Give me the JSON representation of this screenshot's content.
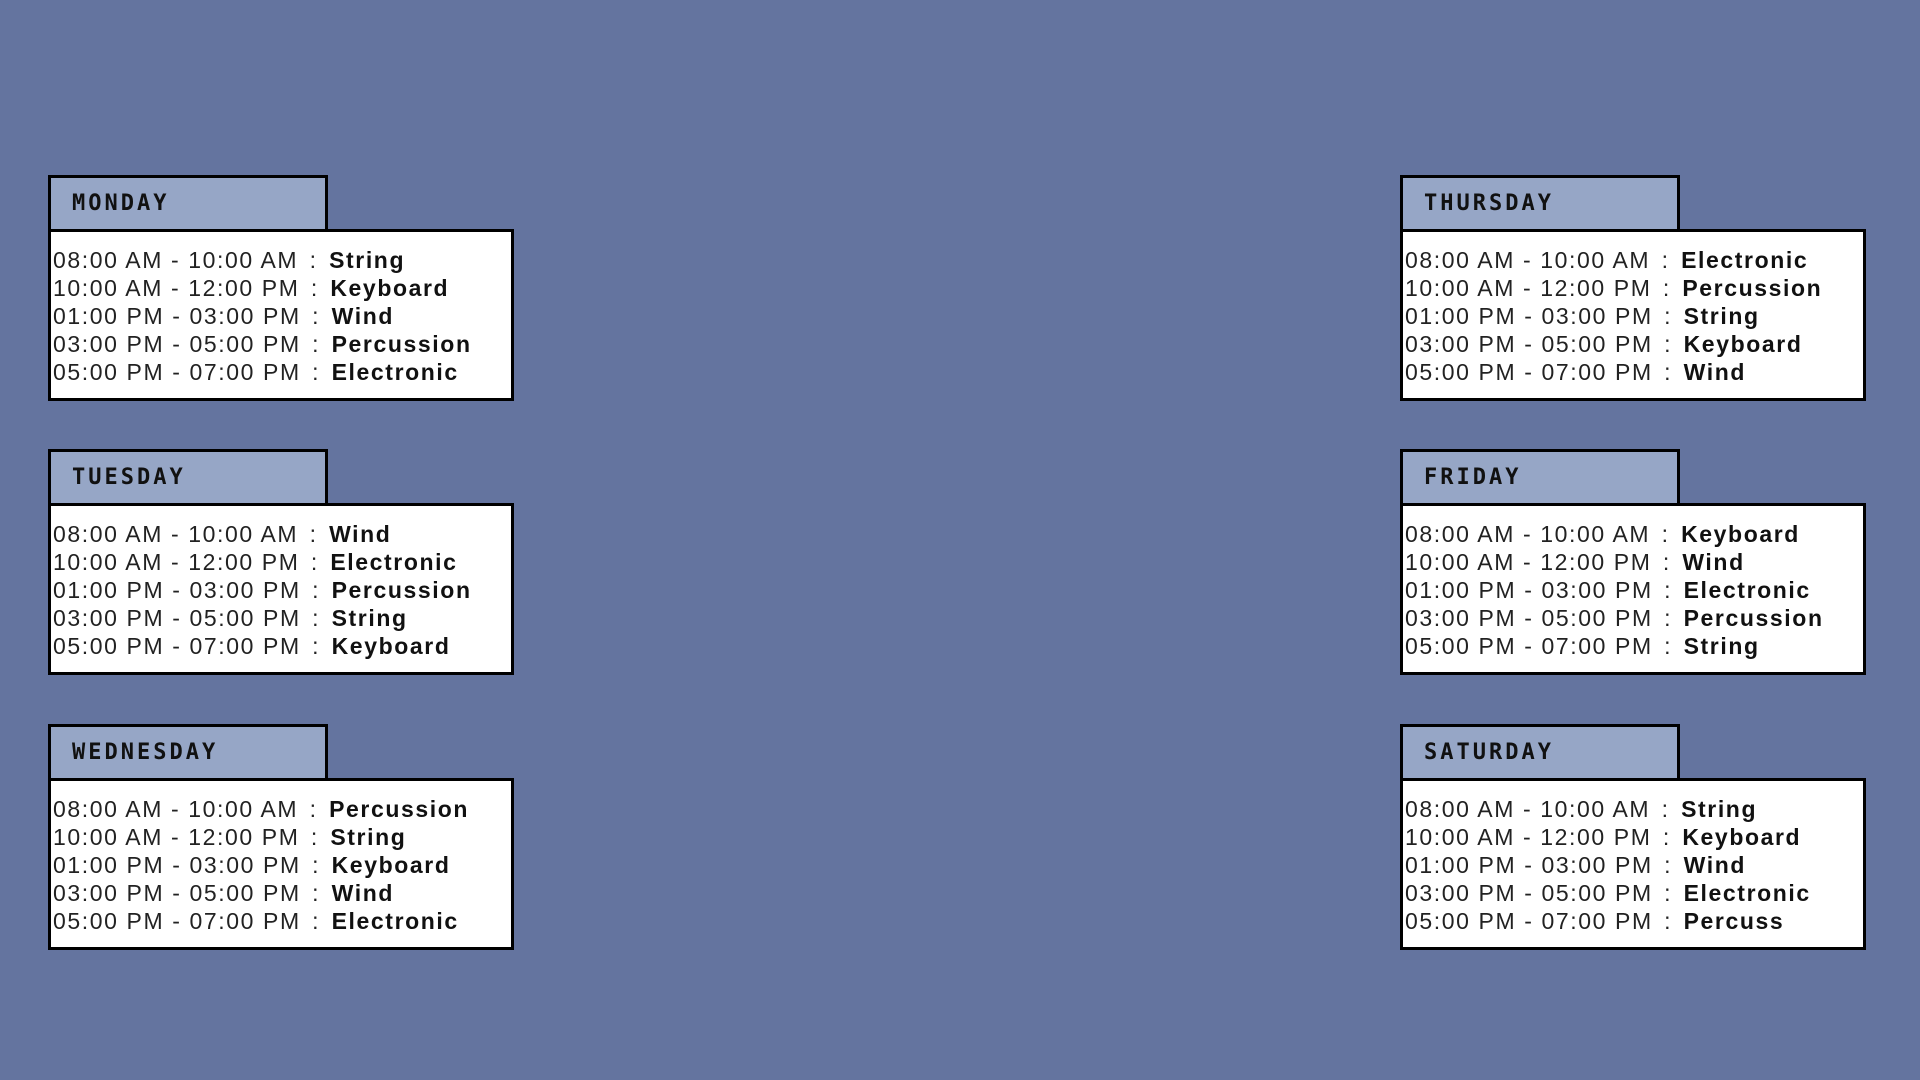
{
  "colors": {
    "background": "#64749f",
    "header_fill": "#96a6c6",
    "card_fill": "#ffffff",
    "border": "#000000"
  },
  "days": [
    {
      "name": "MONDAY",
      "slots": [
        {
          "time": "08:00 AM - 10:00 AM",
          "category": "String"
        },
        {
          "time": "10:00 AM - 12:00 PM",
          "category": "Keyboard"
        },
        {
          "time": "01:00 PM - 03:00 PM",
          "category": "Wind"
        },
        {
          "time": "03:00 PM - 05:00 PM",
          "category": "Percussion"
        },
        {
          "time": "05:00 PM - 07:00 PM",
          "category": "Electronic"
        }
      ]
    },
    {
      "name": "TUESDAY",
      "slots": [
        {
          "time": "08:00 AM - 10:00 AM",
          "category": "Wind"
        },
        {
          "time": "10:00 AM - 12:00 PM",
          "category": "Electronic"
        },
        {
          "time": "01:00 PM - 03:00 PM",
          "category": "Percussion"
        },
        {
          "time": "03:00 PM - 05:00 PM",
          "category": "String"
        },
        {
          "time": "05:00 PM - 07:00 PM",
          "category": "Keyboard"
        }
      ]
    },
    {
      "name": "WEDNESDAY",
      "slots": [
        {
          "time": "08:00 AM - 10:00 AM",
          "category": "Percussion"
        },
        {
          "time": "10:00 AM - 12:00 PM",
          "category": "String"
        },
        {
          "time": "01:00 PM - 03:00 PM",
          "category": "Keyboard"
        },
        {
          "time": "03:00 PM - 05:00 PM",
          "category": "Wind"
        },
        {
          "time": "05:00 PM - 07:00 PM",
          "category": "Electronic"
        }
      ]
    },
    {
      "name": "THURSDAY",
      "slots": [
        {
          "time": "08:00 AM - 10:00 AM",
          "category": "Electronic"
        },
        {
          "time": "10:00 AM - 12:00 PM",
          "category": "Percussion"
        },
        {
          "time": "01:00 PM - 03:00 PM",
          "category": "String"
        },
        {
          "time": "03:00 PM - 05:00 PM",
          "category": "Keyboard"
        },
        {
          "time": "05:00 PM - 07:00 PM",
          "category": "Wind"
        }
      ]
    },
    {
      "name": "FRIDAY",
      "slots": [
        {
          "time": "08:00 AM - 10:00 AM",
          "category": "Keyboard"
        },
        {
          "time": "10:00 AM - 12:00 PM",
          "category": "Wind"
        },
        {
          "time": "01:00 PM - 03:00 PM",
          "category": "Electronic"
        },
        {
          "time": "03:00 PM - 05:00 PM",
          "category": "Percussion"
        },
        {
          "time": "05:00 PM - 07:00 PM",
          "category": "String"
        }
      ]
    },
    {
      "name": "SATURDAY",
      "slots": [
        {
          "time": "08:00 AM - 10:00 AM",
          "category": "String"
        },
        {
          "time": "10:00 AM - 12:00 PM",
          "category": "Keyboard"
        },
        {
          "time": "01:00 PM - 03:00 PM",
          "category": "Wind"
        },
        {
          "time": "03:00 PM - 05:00 PM",
          "category": "Electronic"
        },
        {
          "time": "05:00 PM - 07:00 PM",
          "category": "Percuss"
        }
      ]
    }
  ]
}
